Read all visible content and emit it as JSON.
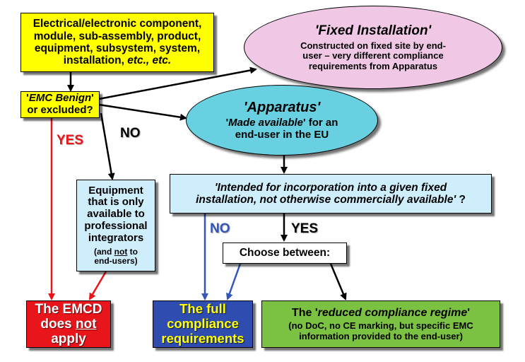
{
  "nodes": {
    "start": {
      "lines": [
        "Electrical/electronic component,",
        "module, sub-assembly, product,",
        "equipment, subsystem, system,"
      ],
      "last_prefix": "installation, ",
      "last_italic": "etc., etc."
    },
    "benign": {
      "quote_open": "'",
      "italic": "EMC Benign",
      "quote_close": "'",
      "line2": "or excluded?"
    },
    "fixed": {
      "title": "'Fixed Installation'",
      "body": [
        "Constructed on fixed site by end-",
        "user – very different  compliance",
        "requirements from Apparatus"
      ]
    },
    "apparatus": {
      "title": "'Apparatus'",
      "line1_open": "'",
      "line1_italic": "Made available",
      "line1_rest": "' for an",
      "line2": "end-user in the EU"
    },
    "professional": {
      "lines": [
        "Equipment",
        "that is only",
        "available to",
        "professional",
        "integrators"
      ],
      "note_prefix": "(and ",
      "note_underline": "not",
      "note_suffix": " to",
      "note_line2": "end-users)"
    },
    "intended": {
      "line1": "'Intended for incorporation into a given fixed",
      "line2": "installation, not otherwise commercially available'",
      "suffix": " ?"
    },
    "choose": {
      "label": "Choose between:"
    },
    "not_apply": {
      "line1": "The EMCD",
      "line2_prefix": "does ",
      "line2_underline": "not",
      "line3": "apply"
    },
    "full": {
      "lines": [
        "The full",
        "compliance",
        "requirements"
      ]
    },
    "reduced": {
      "title_prefix": "The '",
      "title_italic": "reduced compliance regime",
      "title_suffix": "'",
      "body": [
        "(no DoC, no CE marking, but specific EMC",
        "information provided to the end-user)"
      ]
    }
  },
  "labels": {
    "yes_left": "YES",
    "no_top": "NO",
    "no_mid": "NO",
    "yes_mid": "YES"
  },
  "colors": {
    "yellow": "#ffff00",
    "pink": "#f0c8e6",
    "cyan": "#68d0e0",
    "light_blue": "#cfeefc",
    "red": "#e8151b",
    "blue": "#2f4db0",
    "green": "#7cc242",
    "arrow_red": "#e8151b",
    "arrow_blue": "#3558b8",
    "arrow_black": "#000000"
  }
}
